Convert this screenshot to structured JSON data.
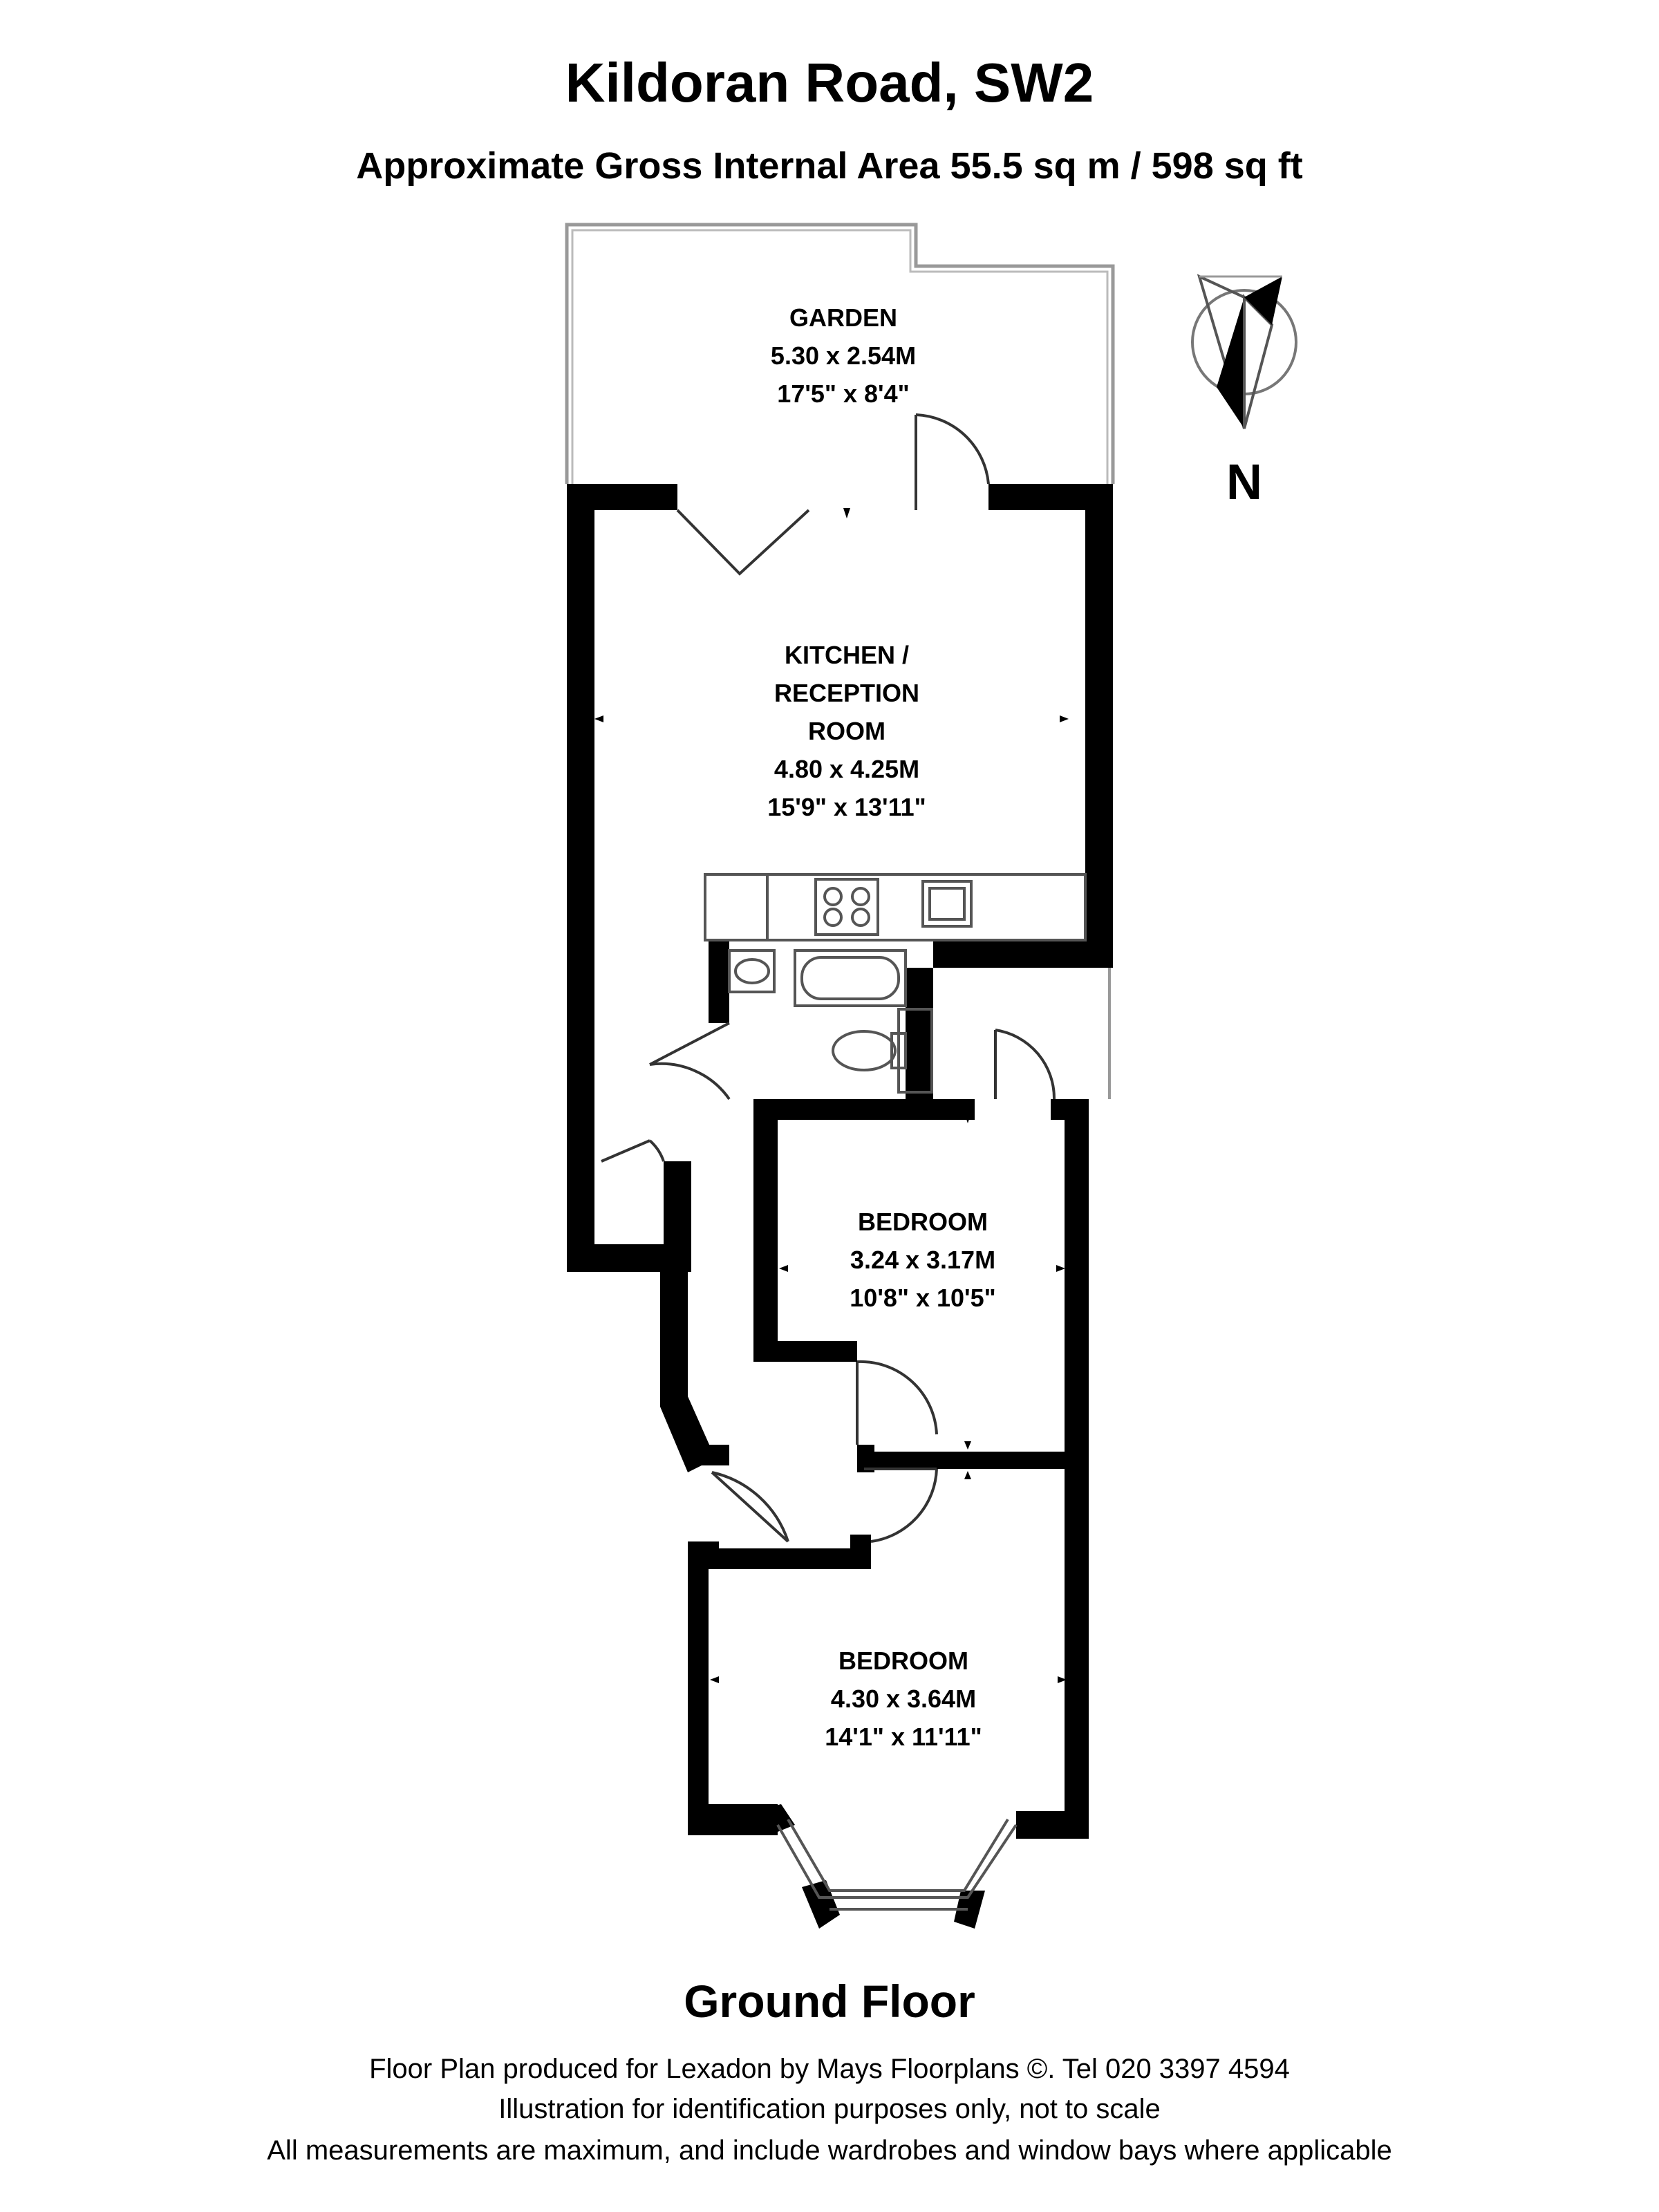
{
  "header": {
    "title": "Kildoran Road, SW2",
    "area": "Approximate Gross Internal Area 55.5 sq m  /  598 sq ft"
  },
  "rooms": {
    "garden": {
      "name": "GARDEN",
      "metric": "5.30 x 2.54M",
      "imperial": "17'5\" x 8'4\""
    },
    "kitchen": {
      "name1": "KITCHEN /",
      "name2": "RECEPTION",
      "name3": "ROOM",
      "metric": "4.80 x 4.25M",
      "imperial": "15'9\" x 13'11\""
    },
    "bedroom1": {
      "name": "BEDROOM",
      "metric": "3.24 x 3.17M",
      "imperial": "10'8\" x 10'5\""
    },
    "bedroom2": {
      "name": "BEDROOM",
      "metric": "4.30 x 3.64M",
      "imperial": "14'1\" x 11'11\""
    }
  },
  "compass": {
    "label": "N"
  },
  "floor": {
    "name": "Ground Floor"
  },
  "footer": {
    "line1": "Floor Plan produced for Lexadon by Mays Floorplans  ©. Tel 020 3397 4594",
    "line2": "Illustration for identification purposes only, not to scale",
    "line3": "All measurements are maximum, and include wardrobes and window bays where applicable"
  }
}
